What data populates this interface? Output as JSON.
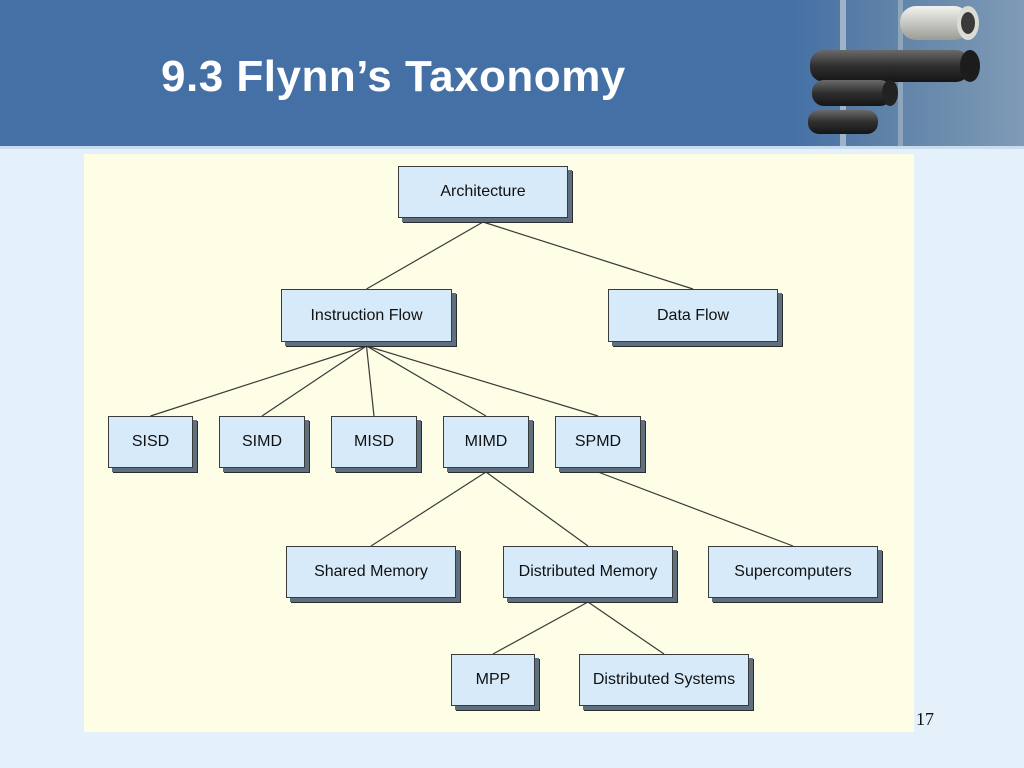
{
  "slide": {
    "title": "9.3 Flynn’s Taxonomy",
    "page_number": "17"
  },
  "diagram": {
    "nodes": {
      "architecture": "Architecture",
      "instruction_flow": "Instruction Flow",
      "data_flow": "Data Flow",
      "sisd": "SISD",
      "simd": "SIMD",
      "misd": "MISD",
      "mimd": "MIMD",
      "spmd": "SPMD",
      "shared_memory": "Shared Memory",
      "distributed_memory": "Distributed Memory",
      "supercomputers": "Supercomputers",
      "mpp": "MPP",
      "distributed_systems": "Distributed Systems"
    },
    "edges": [
      [
        "architecture",
        "instruction_flow"
      ],
      [
        "architecture",
        "data_flow"
      ],
      [
        "instruction_flow",
        "sisd"
      ],
      [
        "instruction_flow",
        "simd"
      ],
      [
        "instruction_flow",
        "misd"
      ],
      [
        "instruction_flow",
        "mimd"
      ],
      [
        "instruction_flow",
        "spmd"
      ],
      [
        "mimd",
        "shared_memory"
      ],
      [
        "mimd",
        "distributed_memory"
      ],
      [
        "spmd",
        "supercomputers"
      ],
      [
        "distributed_memory",
        "mpp"
      ],
      [
        "distributed_memory",
        "distributed_systems"
      ]
    ]
  }
}
